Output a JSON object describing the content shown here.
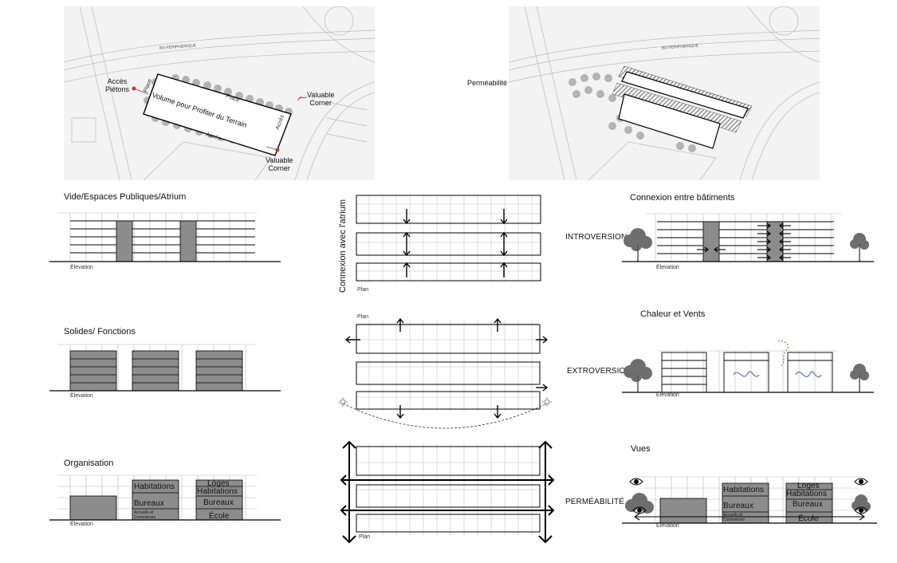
{
  "maps": {
    "left": {
      "road_label": "BD PERIPHERIQUE",
      "acces_pietons": "Accès\nPiétons",
      "place_top": "Place",
      "place_left": "Place",
      "volume": "Volume pour Profiter du Terrain",
      "acces_bottom": "Accès",
      "acces_right": "Accès",
      "valuable_corner_1": "Valuable\nCorner",
      "valuable_corner_2": "Valuable\nCorner"
    },
    "right": {
      "road_label": "BD PERIPHERIQUE",
      "permeabilite": "Perméabilité"
    }
  },
  "left_column": {
    "vide_title": "Vide/Espaces Publiques/Atrium",
    "vide_caption": "Élevation",
    "solides_title": "Solides/ Fonctions",
    "solides_caption": "Élevation",
    "organisation_title": "Organisation",
    "organisation_caption": "Élevation",
    "org_labels": {
      "habitations": "Habitations",
      "bureaux": "Bureaux",
      "accueils": "Accueils et\nCommerces",
      "loges": "Loges",
      "habitations2": "Habitations",
      "bureaux2": "Bureaux",
      "ecole": "École"
    }
  },
  "center_column": {
    "connexion_atrium": "Connexion avec l'atrium",
    "plan1": "Plan",
    "plan2": "Plan",
    "plan3": "Plan"
  },
  "right_column": {
    "connexion_title": "Connexion entre bâtiments",
    "introversion": "INTROVERSION",
    "connexion_caption": "Élevation",
    "chaleur_title": "Chaleur et Vents",
    "extroversion": "EXTROVERSION",
    "chaleur_caption": "Élevation",
    "vues_title": "Vues",
    "permeabilite": "PERMÉABILITÉ",
    "vues_caption": "Élevation",
    "vues_labels": {
      "habitations": "Habitations",
      "bureaux": "Bureaux",
      "accueils": "Accueils et\nCommerces",
      "loges": "Loges",
      "habitations2": "Habitations",
      "bureaux2": "Bureaux",
      "ecole": "École"
    }
  },
  "colors": {
    "fill_gray": "#8c8c8c",
    "accent_red": "#c0392b",
    "wind_blue": "#5b7fd1"
  }
}
